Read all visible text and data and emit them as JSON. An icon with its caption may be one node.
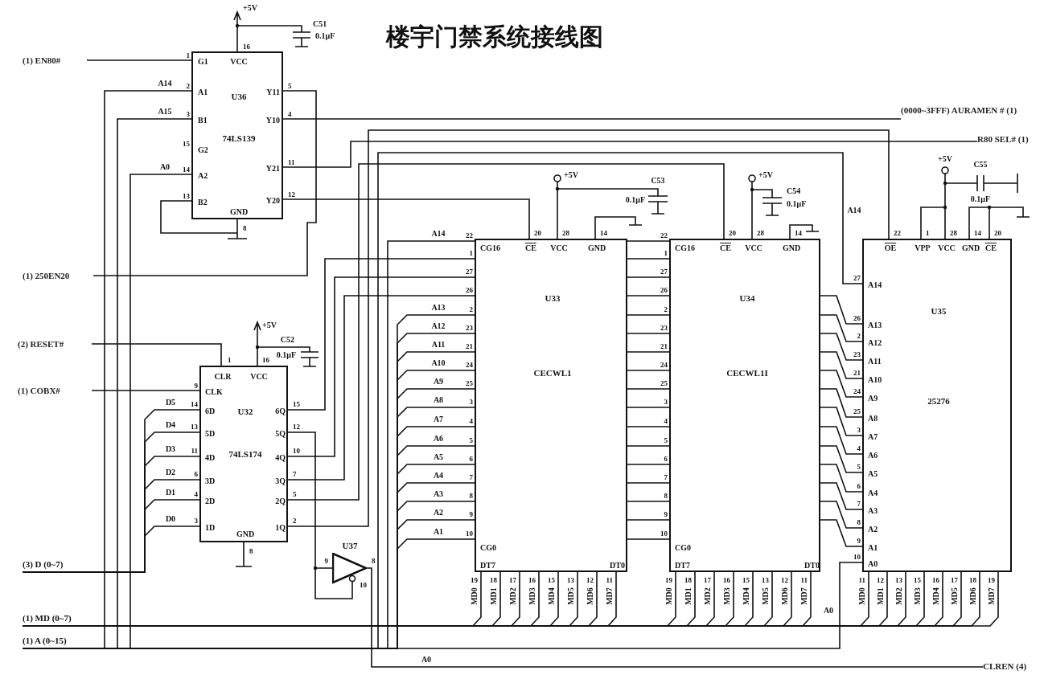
{
  "diagram": {
    "title": "楼宇门禁系统接线图",
    "nodes": [
      {
        "text": [
          "VCC",
          "G1",
          "A1",
          "Y11",
          "U36",
          "B1",
          "Y10",
          "74LS139",
          "G2",
          "Y21",
          "A2",
          "Y20",
          "B2",
          "GND"
        ],
        "beside": [
          "16",
          "1",
          "2",
          "3",
          "15",
          "14",
          "13",
          "5",
          "4",
          "11",
          "12",
          "8"
        ]
      },
      {
        "text": [
          "CLR",
          "VCC",
          "CLK",
          "6D",
          "U32",
          "6Q",
          "5D",
          "5Q",
          "74LS174",
          "4D",
          "4Q",
          "3D",
          "3Q",
          "2D",
          "2Q",
          "1D",
          "1Q",
          "GND"
        ],
        "beside": [
          "1",
          "16",
          "9",
          "14",
          "13",
          "11",
          "6",
          "4",
          "3",
          "15",
          "12",
          "10",
          "7",
          "5",
          "2",
          "8"
        ]
      },
      {
        "text": [
          "U37"
        ],
        "beside": [
          "9",
          "8",
          "10"
        ]
      },
      {
        "text": [
          "CG16",
          "CE",
          "VCC",
          "GND",
          "U33",
          "CECWL1",
          "CG0",
          "DT7",
          "DT0"
        ],
        "beside": [
          "20",
          "28",
          "14",
          "22",
          "1",
          "27",
          "26",
          "2",
          "23",
          "21",
          "24",
          "25",
          "3",
          "4",
          "5",
          "6",
          "7",
          "8",
          "9",
          "10",
          "19",
          "18",
          "17",
          "16",
          "15",
          "13",
          "12",
          "11"
        ]
      },
      {
        "text": [
          "CG16",
          "CE",
          "VCC",
          "GND",
          "U34",
          "CECWL1I",
          "CG0",
          "DT7",
          "DT0"
        ],
        "beside": [
          "20",
          "28",
          "14",
          "22",
          "1",
          "27",
          "26",
          "2",
          "23",
          "21",
          "24",
          "25",
          "3",
          "4",
          "5",
          "6",
          "7",
          "8",
          "9",
          "10",
          "19",
          "18",
          "17",
          "16",
          "15",
          "13",
          "12",
          "11"
        ]
      },
      {
        "text": [
          "OE",
          "VPP",
          "VCC",
          "GND",
          "CE",
          "A14",
          "U35",
          "A13",
          "A12",
          "A11",
          "A10",
          "A9",
          "25276",
          "A8",
          "A7",
          "A6",
          "A5",
          "A4",
          "A3",
          "A2",
          "A1",
          "A0"
        ],
        "beside": [
          "22",
          "1",
          "28",
          "14",
          "20",
          "27",
          "26",
          "2",
          "23",
          "21",
          "24",
          "25",
          "3",
          "4",
          "5",
          "6",
          "7",
          "8",
          "9",
          "10",
          "11",
          "12",
          "13",
          "15",
          "16",
          "17",
          "18",
          "19"
        ]
      },
      {
        "text": [
          "(1) EN80#"
        ]
      },
      {
        "text": [
          "(1) 250EN20"
        ]
      },
      {
        "text": [
          "(2) RESET#"
        ]
      },
      {
        "text": [
          "(1) COBX#"
        ]
      },
      {
        "text": [
          "(3) D (0~7)"
        ]
      },
      {
        "text": [
          "(1) MD (0~7)"
        ]
      },
      {
        "text": [
          "(1) A (0~15)"
        ]
      },
      {
        "text": [
          "(0000~3FFF) AURAMEN # (1)"
        ]
      },
      {
        "text": [
          "R80 SEL# (1)"
        ]
      },
      {
        "text": [
          "CLREN (4)"
        ]
      }
    ],
    "edges": [
      {
        "from": 6,
        "to": 0,
        "arrow": "none"
      },
      {
        "from": 7,
        "to": 0,
        "arrow": "none"
      },
      {
        "from": 12,
        "to": 0,
        "arrow": "none",
        "label": "A14"
      },
      {
        "from": 12,
        "to": 0,
        "arrow": "none",
        "label": "A15"
      },
      {
        "from": 12,
        "to": 0,
        "arrow": "none",
        "label": "A0"
      },
      {
        "from": 0,
        "to": 13,
        "arrow": "none"
      },
      {
        "from": 0,
        "to": 14,
        "arrow": "none"
      },
      {
        "from": 0,
        "to": 3,
        "arrow": "none"
      },
      {
        "from": 8,
        "to": 1,
        "arrow": "none"
      },
      {
        "from": 9,
        "to": 1,
        "arrow": "none"
      },
      {
        "from": 10,
        "to": 1,
        "arrow": "none",
        "label": "D5"
      },
      {
        "from": 10,
        "to": 1,
        "arrow": "none",
        "label": "D4"
      },
      {
        "from": 10,
        "to": 1,
        "arrow": "none",
        "label": "D3"
      },
      {
        "from": 10,
        "to": 1,
        "arrow": "none",
        "label": "D2"
      },
      {
        "from": 10,
        "to": 1,
        "arrow": "none",
        "label": "D1"
      },
      {
        "from": 10,
        "to": 1,
        "arrow": "none",
        "label": "D0"
      },
      {
        "from": 1,
        "to": 2,
        "arrow": "none"
      },
      {
        "from": 1,
        "to": 3,
        "arrow": "none"
      },
      {
        "from": 1,
        "to": 3,
        "arrow": "none"
      },
      {
        "from": 1,
        "to": 3,
        "arrow": "none"
      },
      {
        "from": 1,
        "to": 4,
        "arrow": "none"
      },
      {
        "from": 1,
        "to": 5,
        "arrow": "none"
      },
      {
        "from": 12,
        "to": 3,
        "arrow": "none",
        "label": "A14"
      },
      {
        "from": 12,
        "to": 3,
        "arrow": "none",
        "label": "A13"
      },
      {
        "from": 12,
        "to": 3,
        "arrow": "none",
        "label": "A12"
      },
      {
        "from": 12,
        "to": 3,
        "arrow": "none",
        "label": "A11"
      },
      {
        "from": 12,
        "to": 3,
        "arrow": "none",
        "label": "A10"
      },
      {
        "from": 12,
        "to": 3,
        "arrow": "none",
        "label": "A9"
      },
      {
        "from": 12,
        "to": 3,
        "arrow": "none",
        "label": "A8"
      },
      {
        "from": 12,
        "to": 3,
        "arrow": "none",
        "label": "A7"
      },
      {
        "from": 12,
        "to": 3,
        "arrow": "none",
        "label": "A6"
      },
      {
        "from": 12,
        "to": 3,
        "arrow": "none",
        "label": "A5"
      },
      {
        "from": 12,
        "to": 3,
        "arrow": "none",
        "label": "A4"
      },
      {
        "from": 12,
        "to": 3,
        "arrow": "none",
        "label": "A3"
      },
      {
        "from": 12,
        "to": 3,
        "arrow": "none",
        "label": "A2"
      },
      {
        "from": 12,
        "to": 3,
        "arrow": "none",
        "label": "A1"
      },
      {
        "from": 3,
        "to": 4,
        "arrow": "none"
      },
      {
        "from": 3,
        "to": 4,
        "arrow": "none"
      },
      {
        "from": 3,
        "to": 4,
        "arrow": "none"
      },
      {
        "from": 3,
        "to": 4,
        "arrow": "none"
      },
      {
        "from": 3,
        "to": 4,
        "arrow": "none"
      },
      {
        "from": 3,
        "to": 4,
        "arrow": "none"
      },
      {
        "from": 3,
        "to": 4,
        "arrow": "none"
      },
      {
        "from": 3,
        "to": 4,
        "arrow": "none"
      },
      {
        "from": 3,
        "to": 4,
        "arrow": "none"
      },
      {
        "from": 3,
        "to": 4,
        "arrow": "none"
      },
      {
        "from": 3,
        "to": 4,
        "arrow": "none"
      },
      {
        "from": 3,
        "to": 4,
        "arrow": "none"
      },
      {
        "from": 3,
        "to": 4,
        "arrow": "none"
      },
      {
        "from": 3,
        "to": 4,
        "arrow": "none"
      },
      {
        "from": 3,
        "to": 4,
        "arrow": "none"
      },
      {
        "from": 3,
        "to": 4,
        "arrow": "none"
      },
      {
        "from": 3,
        "to": 4,
        "arrow": "none"
      },
      {
        "from": 4,
        "to": 5,
        "arrow": "none"
      },
      {
        "from": 4,
        "to": 5,
        "arrow": "none"
      },
      {
        "from": 4,
        "to": 5,
        "arrow": "none"
      },
      {
        "from": 4,
        "to": 5,
        "arrow": "none"
      },
      {
        "from": 4,
        "to": 5,
        "arrow": "none"
      },
      {
        "from": 4,
        "to": 5,
        "arrow": "none"
      },
      {
        "from": 4,
        "to": 5,
        "arrow": "none"
      },
      {
        "from": 4,
        "to": 5,
        "arrow": "none"
      },
      {
        "from": 4,
        "to": 5,
        "arrow": "none"
      },
      {
        "from": 4,
        "to": 5,
        "arrow": "none"
      },
      {
        "from": 4,
        "to": 5,
        "arrow": "none"
      },
      {
        "from": 4,
        "to": 5,
        "arrow": "none"
      },
      {
        "from": 4,
        "to": 5,
        "arrow": "none"
      },
      {
        "from": 12,
        "to": 5,
        "arrow": "none",
        "label": "A14"
      },
      {
        "from": 12,
        "to": 5,
        "arrow": "none",
        "label": "A0"
      },
      {
        "from": 3,
        "to": 11,
        "arrow": "none",
        "label": "MD0"
      },
      {
        "from": 3,
        "to": 11,
        "arrow": "none",
        "label": "MD1"
      },
      {
        "from": 3,
        "to": 11,
        "arrow": "none",
        "label": "MD2"
      },
      {
        "from": 3,
        "to": 11,
        "arrow": "none",
        "label": "MD3"
      },
      {
        "from": 3,
        "to": 11,
        "arrow": "none",
        "label": "MD4"
      },
      {
        "from": 3,
        "to": 11,
        "arrow": "none",
        "label": "MD5"
      },
      {
        "from": 3,
        "to": 11,
        "arrow": "none",
        "label": "MD6"
      },
      {
        "from": 3,
        "to": 11,
        "arrow": "none",
        "label": "MD7"
      },
      {
        "from": 4,
        "to": 11,
        "arrow": "none",
        "label": "MD0"
      },
      {
        "from": 4,
        "to": 11,
        "arrow": "none",
        "label": "MD1"
      },
      {
        "from": 4,
        "to": 11,
        "arrow": "none",
        "label": "MD2"
      },
      {
        "from": 4,
        "to": 11,
        "arrow": "none",
        "label": "MD3"
      },
      {
        "from": 4,
        "to": 11,
        "arrow": "none",
        "label": "MD4"
      },
      {
        "from": 4,
        "to": 11,
        "arrow": "none",
        "label": "MD5"
      },
      {
        "from": 4,
        "to": 11,
        "arrow": "none",
        "label": "MD6"
      },
      {
        "from": 4,
        "to": 11,
        "arrow": "none",
        "label": "MD7"
      },
      {
        "from": 5,
        "to": 11,
        "arrow": "none",
        "label": "MD0"
      },
      {
        "from": 5,
        "to": 11,
        "arrow": "none",
        "label": "MD1"
      },
      {
        "from": 5,
        "to": 11,
        "arrow": "none",
        "label": "MD2"
      },
      {
        "from": 5,
        "to": 11,
        "arrow": "none",
        "label": "MD3"
      },
      {
        "from": 5,
        "to": 11,
        "arrow": "none",
        "label": "MD4"
      },
      {
        "from": 5,
        "to": 11,
        "arrow": "none",
        "label": "MD5"
      },
      {
        "from": 5,
        "to": 11,
        "arrow": "none",
        "label": "MD6"
      },
      {
        "from": 5,
        "to": 11,
        "arrow": "none",
        "label": "MD7"
      },
      {
        "from": 2,
        "to": 15,
        "arrow": "none",
        "label": "A0"
      }
    ],
    "labels": [
      "+5V",
      "C51",
      "0.1μF",
      "+5V",
      "C53",
      "0.1μF",
      "+5V",
      "C54",
      "0.1μF",
      "+5V",
      "C55",
      "0.1μF",
      "+5V",
      "C52",
      "0.1μF"
    ]
  }
}
